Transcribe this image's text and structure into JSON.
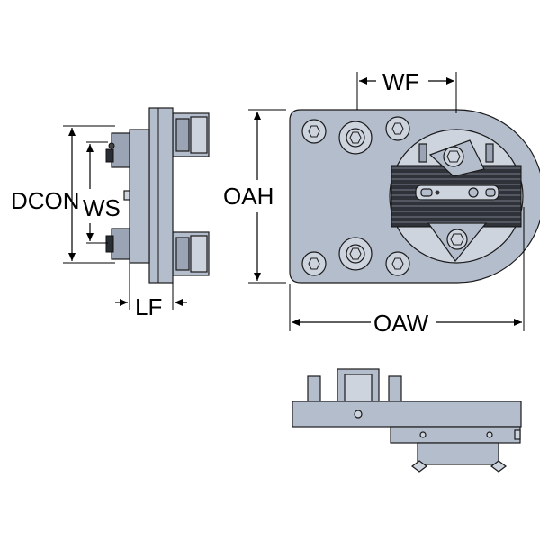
{
  "dimensions": {
    "dcon": "DCON",
    "ws": "WS",
    "lf": "LF",
    "oah": "OAH",
    "wf": "WF",
    "oaw": "OAW"
  },
  "colors": {
    "body": "#b4bdcc",
    "body_dark": "#9aa4b5",
    "outline": "#1a1a1a",
    "serration": "#2a2d33"
  }
}
